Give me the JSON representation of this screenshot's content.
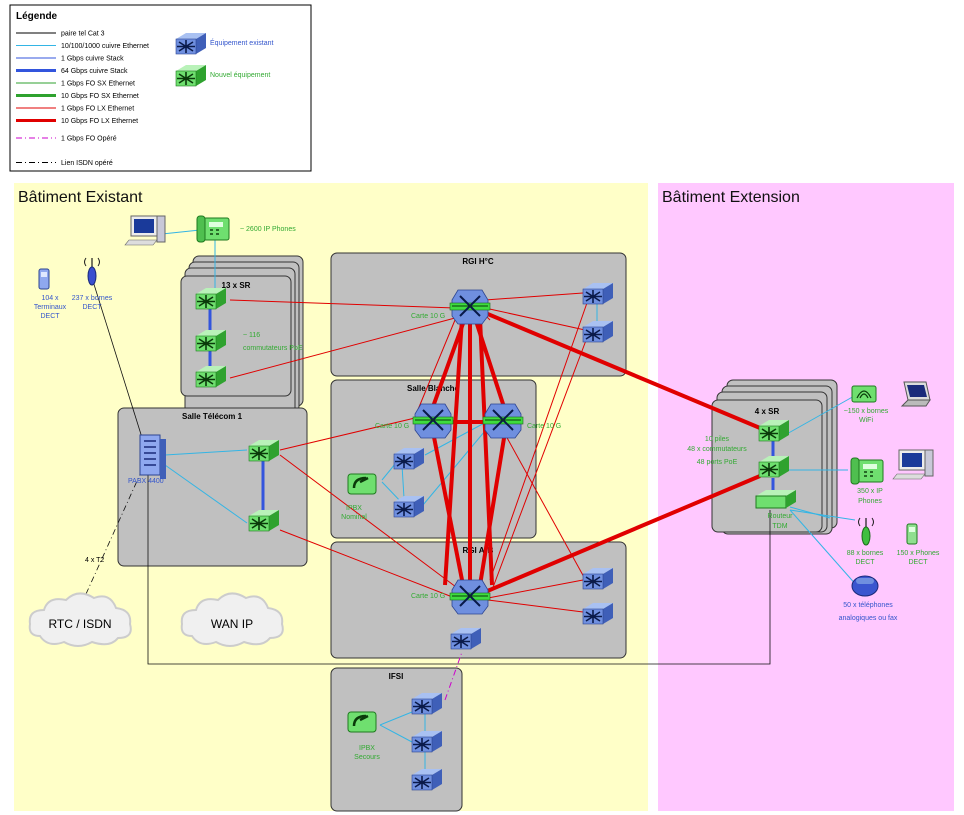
{
  "legend": {
    "title": "Légende",
    "items": [
      "paire tel Cat 3",
      "10/100/1000 cuivre Ethernet",
      "1 Gbps cuivre Stack",
      "64 Gbps cuivre Stack",
      "1 Gbps FO SX Ethernet",
      "10 Gbps FO SX Ethernet",
      "1 Gbps FO LX Ethernet",
      "10 Gbps FO LX Ethernet",
      "1 Gbps FO Opéré",
      "Lien ISDN opéré"
    ],
    "existing_label": "Équipement existant",
    "new_label": "Nouvel équipement"
  },
  "zones": {
    "existing_title": "Bâtiment Existant",
    "extension_title": "Bâtiment Extension"
  },
  "rooms": {
    "sr13": "13 x SR",
    "rgi_hc": "RGI H°C",
    "salle_blanche": "Salle Blanche",
    "salle_telecom": "Salle Télécom 1",
    "rgi_ab": "RGI A°B",
    "ifsi": "IFSI",
    "sr4": "4 x SR"
  },
  "labels": {
    "ip_phones_2600": "~ 2600 IP Phones",
    "terminaux_line1": "104 x",
    "terminaux_line2": "Terminaux",
    "terminaux_line3": "DECT",
    "bornes_line1": "237 x bornes",
    "bornes_line2": "DECT",
    "commut_line1": "~ 116",
    "commut_line2": "commutateurs PoE",
    "pabx": "PABX 4400",
    "carte_hc": "Carte 10 G",
    "carte_sb1": "Carte 10 G",
    "carte_sb2": "Carte 10 G",
    "carte_ab": "Carte 10 G",
    "ipbx_nominal_1": "IPBX",
    "ipbx_nominal_2": "Nominal",
    "ipbx_secours_1": "IPBX",
    "ipbx_secours_2": "Secours",
    "t2": "4 x T2",
    "rtc": "RTC / ISDN",
    "wan": "WAN IP",
    "ext_left_1": "10 piles",
    "ext_left_2": "48 x commutateurs",
    "ext_left_3": "48 ports PoE",
    "wifi_1": "~150 x bornes",
    "wifi_2": "WiFi",
    "ipph_1": "350 x IP",
    "ipph_2": "Phones",
    "routeur_1": "Routeur",
    "routeur_2": "TDM",
    "dect88_1": "88 x bornes",
    "dect88_2": "DECT",
    "phones150_1": "150 x Phones",
    "phones150_2": "DECT",
    "analog_1": "50 x téléphones",
    "analog_2": "analogiques ou fax"
  },
  "colors": {
    "existing_bg": "#ffffc8",
    "extension_bg": "#ffc8ff",
    "room_bg": "#c0c0c0",
    "cat3": "#000000",
    "cuivre": "#33b5e5",
    "stack": "#3355dd",
    "fo_lx": "#e00000",
    "opere": "#cc00cc",
    "green_text": "#33aa33",
    "blue_text": "#3355cc",
    "switch_existing": "#6f8fdf",
    "switch_new": "#6fdf6f"
  }
}
